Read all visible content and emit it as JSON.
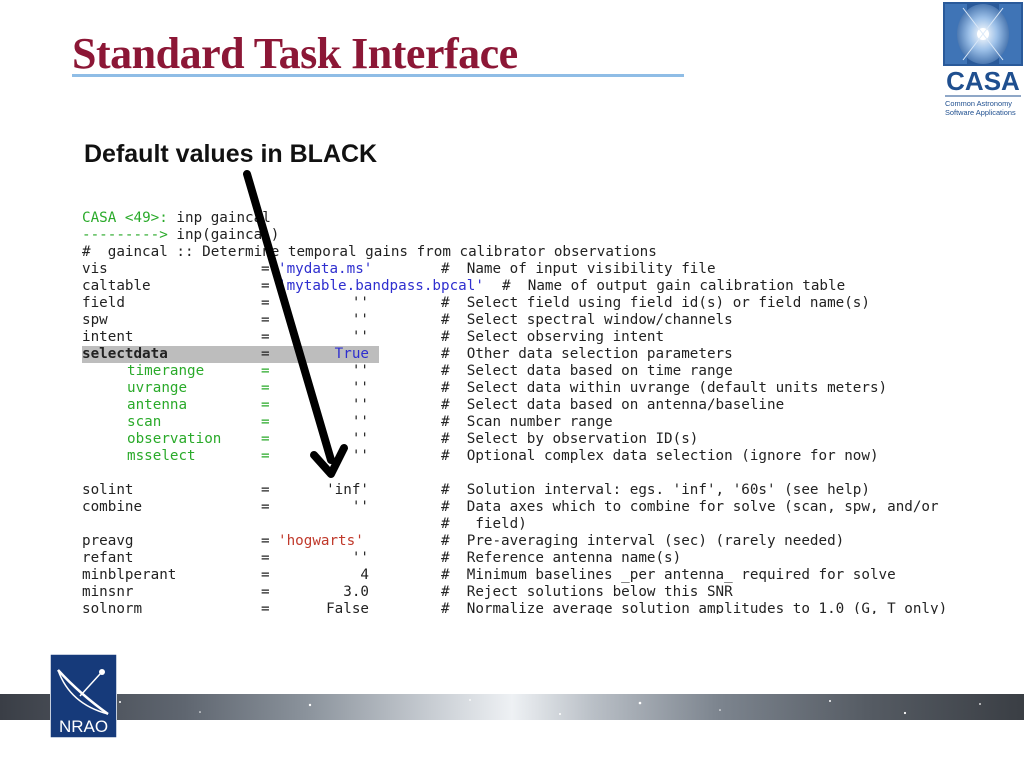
{
  "slide": {
    "title": "Standard Task Interface",
    "subtitle": "Default values in BLACK"
  },
  "casa_logo": {
    "wordmark": "CASA",
    "tagline_line1": "Common Astronomy",
    "tagline_line2": "Software Applications"
  },
  "nrao_logo": {
    "wordmark": "NRAO"
  },
  "console": {
    "prompt_prefix": "CASA <",
    "prompt_number": "49",
    "prompt_suffix": ">:",
    "command": " inp gaincal",
    "echo_arrow": "--------->",
    "echo_command": " inp(gaincal)",
    "header_comment": "#  gaincal :: Determine temporal gains from calibrator observations",
    "rows": [
      {
        "name": "vis",
        "value": "'mydata.ms'",
        "comment": "#  Name of input visibility file",
        "style": "main",
        "value_color": "blue"
      },
      {
        "name": "caltable",
        "value": "'mytable.bandpass.bpcal'",
        "comment": "#  Name of output gain calibration table",
        "style": "main",
        "value_color": "blue"
      },
      {
        "name": "field",
        "value": "''",
        "comment": "#  Select field using field id(s) or field name(s)",
        "style": "main",
        "value_color": "default"
      },
      {
        "name": "spw",
        "value": "''",
        "comment": "#  Select spectral window/channels",
        "style": "main",
        "value_color": "default"
      },
      {
        "name": "intent",
        "value": "''",
        "comment": "#  Select observing intent",
        "style": "main",
        "value_color": "default"
      },
      {
        "name": "selectdata",
        "value": "True",
        "comment": "#  Other data selection parameters",
        "style": "highlight",
        "value_color": "blue"
      },
      {
        "name": "timerange",
        "value": "''",
        "comment": "#  Select data based on time range",
        "style": "sub",
        "value_color": "default"
      },
      {
        "name": "uvrange",
        "value": "''",
        "comment": "#  Select data within uvrange (default units meters)",
        "style": "sub",
        "value_color": "default"
      },
      {
        "name": "antenna",
        "value": "''",
        "comment": "#  Select data based on antenna/baseline",
        "style": "sub",
        "value_color": "default"
      },
      {
        "name": "scan",
        "value": "''",
        "comment": "#  Scan number range",
        "style": "sub",
        "value_color": "default"
      },
      {
        "name": "observation",
        "value": "''",
        "comment": "#  Select by observation ID(s)",
        "style": "sub",
        "value_color": "default"
      },
      {
        "name": "msselect",
        "value": "''",
        "comment": "#  Optional complex data selection (ignore for now)",
        "style": "sub",
        "value_color": "default"
      },
      {
        "name": "",
        "value": "",
        "comment": "",
        "style": "blank",
        "value_color": "default"
      },
      {
        "name": "solint",
        "value": "'inf'",
        "comment": "#  Solution interval: egs. 'inf', '60s' (see help)",
        "style": "main",
        "value_color": "default"
      },
      {
        "name": "combine",
        "value": "''",
        "comment": "#  Data axes which to combine for solve (scan, spw, and/or",
        "style": "main",
        "value_color": "default"
      },
      {
        "name": "",
        "value": "",
        "comment": "#   field)",
        "style": "cont",
        "value_color": "default"
      },
      {
        "name": "preavg",
        "value": "'hogwarts'",
        "comment": "#  Pre-averaging interval (sec) (rarely needed)",
        "style": "main",
        "value_color": "red"
      },
      {
        "name": "refant",
        "value": "''",
        "comment": "#  Reference antenna name(s)",
        "style": "main",
        "value_color": "default"
      },
      {
        "name": "minblperant",
        "value": "4",
        "comment": "#  Minimum baselines _per antenna_ required for solve",
        "style": "main",
        "value_color": "default"
      },
      {
        "name": "minsnr",
        "value": "3.0",
        "comment": "#  Reject solutions below this SNR",
        "style": "main",
        "value_color": "default"
      },
      {
        "name": "solnorm",
        "value": "False",
        "comment": "#  Normalize average solution amplitudes to 1.0 (G, T only)",
        "style": "main",
        "value_color": "default"
      }
    ]
  },
  "colors": {
    "title": "#8c1736",
    "title_rule": "#8fbde6",
    "prompt_green": "#2aaa2a",
    "value_blue": "#2f2fcf",
    "value_red": "#c0392b",
    "highlight_bg": "#bdbdbd",
    "casa_blue": "#1f4f8f",
    "nrao_blue": "#163a7a"
  }
}
